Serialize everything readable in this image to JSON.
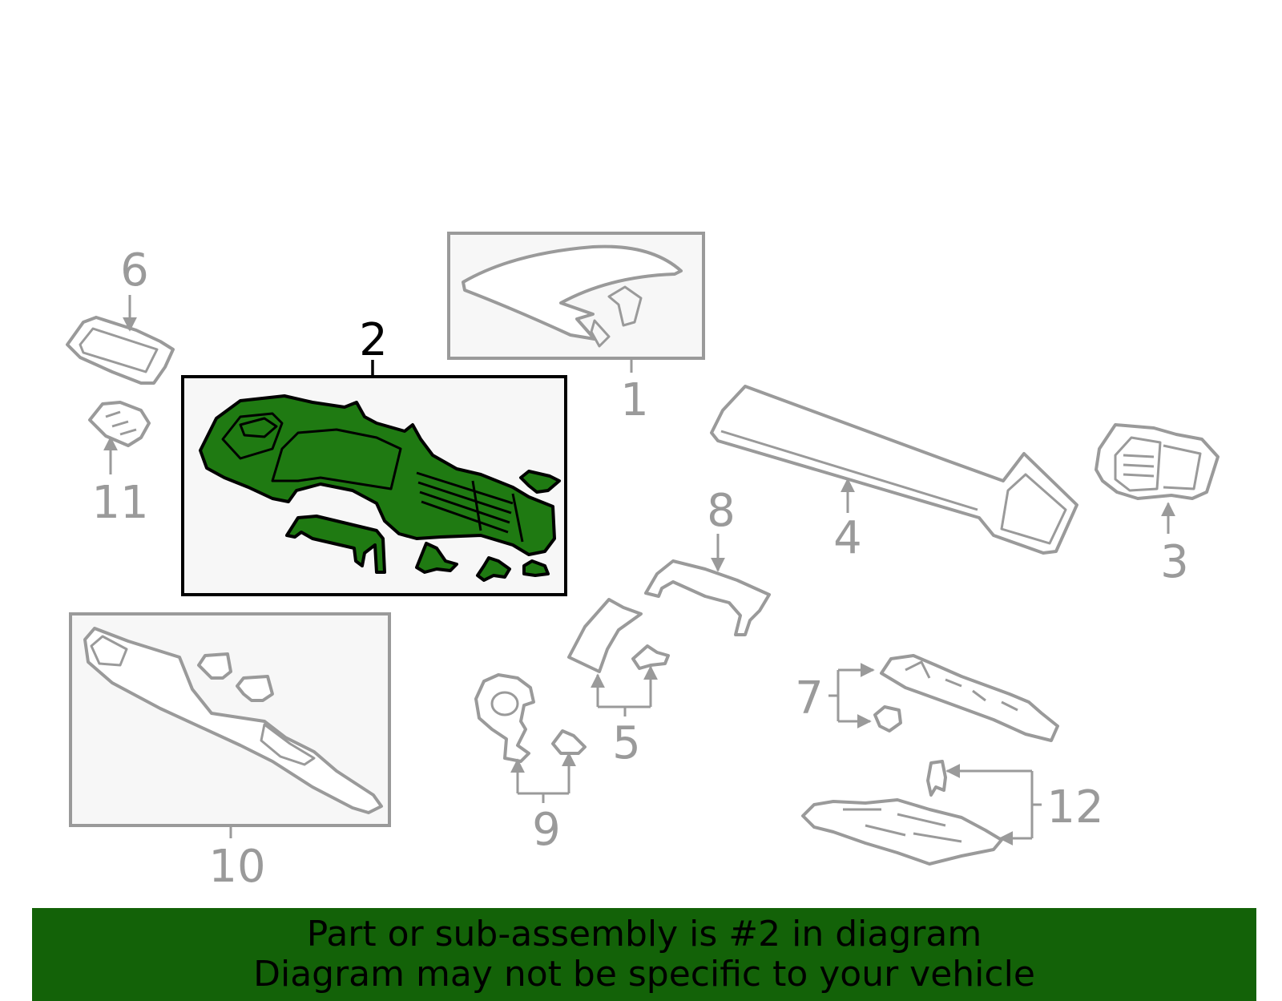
{
  "callouts": {
    "c1": "1",
    "c2": "2",
    "c3": "3",
    "c4": "4",
    "c5": "5",
    "c6": "6",
    "c7": "7",
    "c8": "8",
    "c9": "9",
    "c10": "10",
    "c11": "11",
    "c12": "12"
  },
  "highlighted_part": "2",
  "colors": {
    "highlight": "#1f7a12",
    "banner": "#136208",
    "line": "#9a9a9a"
  },
  "banner": {
    "line1": "Part or sub-assembly is #2 in diagram",
    "line2": "Diagram may not be specific to your vehicle"
  }
}
